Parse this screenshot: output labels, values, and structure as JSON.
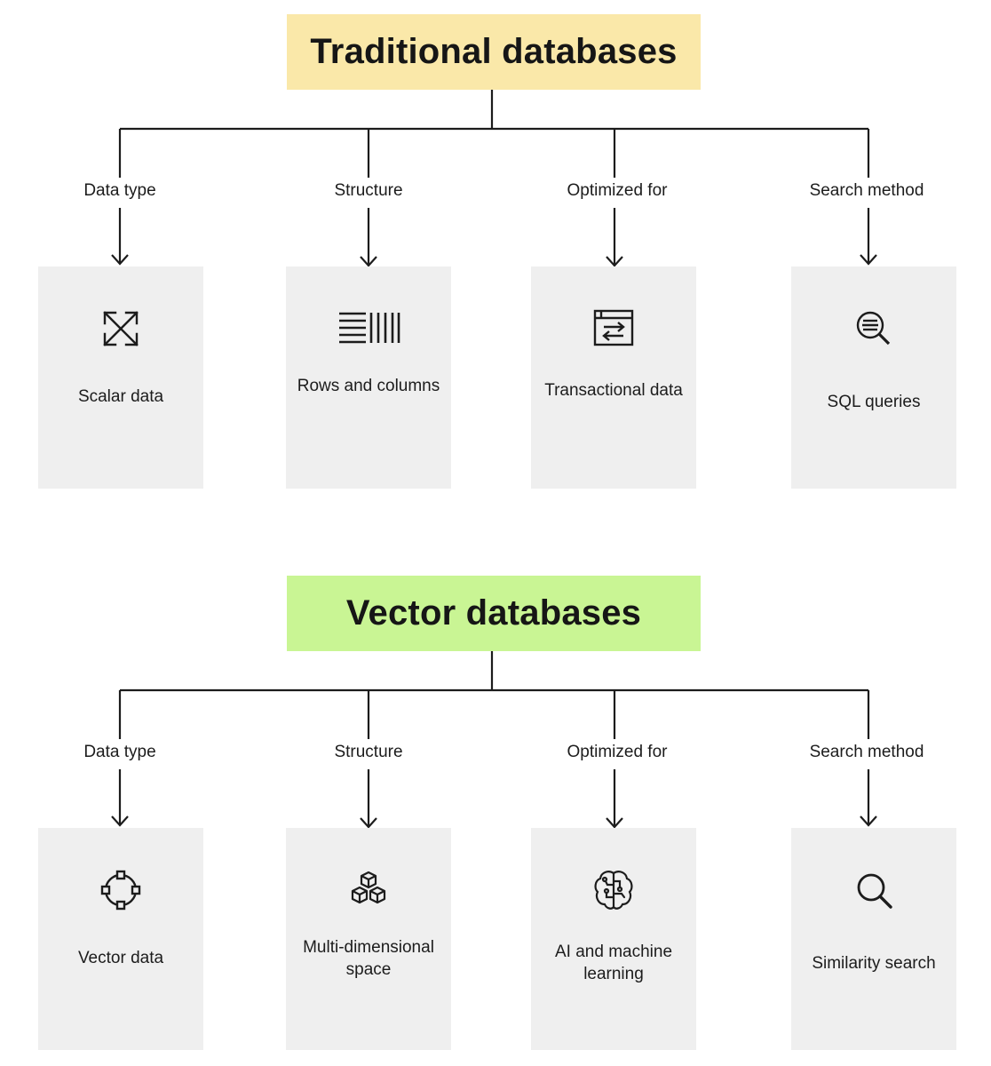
{
  "sections": [
    {
      "title": "Traditional databases",
      "branches": [
        {
          "label": "Data type",
          "card": {
            "icon": "expand-arrows-icon",
            "text": "Scalar data"
          }
        },
        {
          "label": "Structure",
          "card": {
            "icon": "rows-columns-icon",
            "text": "Rows and columns"
          }
        },
        {
          "label": "Optimized for",
          "card": {
            "icon": "transaction-window-icon",
            "text": "Transactional data"
          }
        },
        {
          "label": "Search method",
          "card": {
            "icon": "query-search-icon",
            "text": "SQL queries"
          }
        }
      ]
    },
    {
      "title": "Vector databases",
      "branches": [
        {
          "label": "Data type",
          "card": {
            "icon": "vector-nodes-icon",
            "text": "Vector data"
          }
        },
        {
          "label": "Structure",
          "card": {
            "icon": "cubes-icon",
            "text": "Multi-dimensional space"
          }
        },
        {
          "label": "Optimized for",
          "card": {
            "icon": "brain-circuit-icon",
            "text": "AI and machine learning"
          }
        },
        {
          "label": "Search method",
          "card": {
            "icon": "magnifier-icon",
            "text": "Similarity search"
          }
        }
      ]
    }
  ],
  "colors": {
    "traditional_title_bg": "#fae8a9",
    "vector_title_bg": "#c9f594",
    "card_bg": "#efefef",
    "line": "#1c1c1c"
  }
}
